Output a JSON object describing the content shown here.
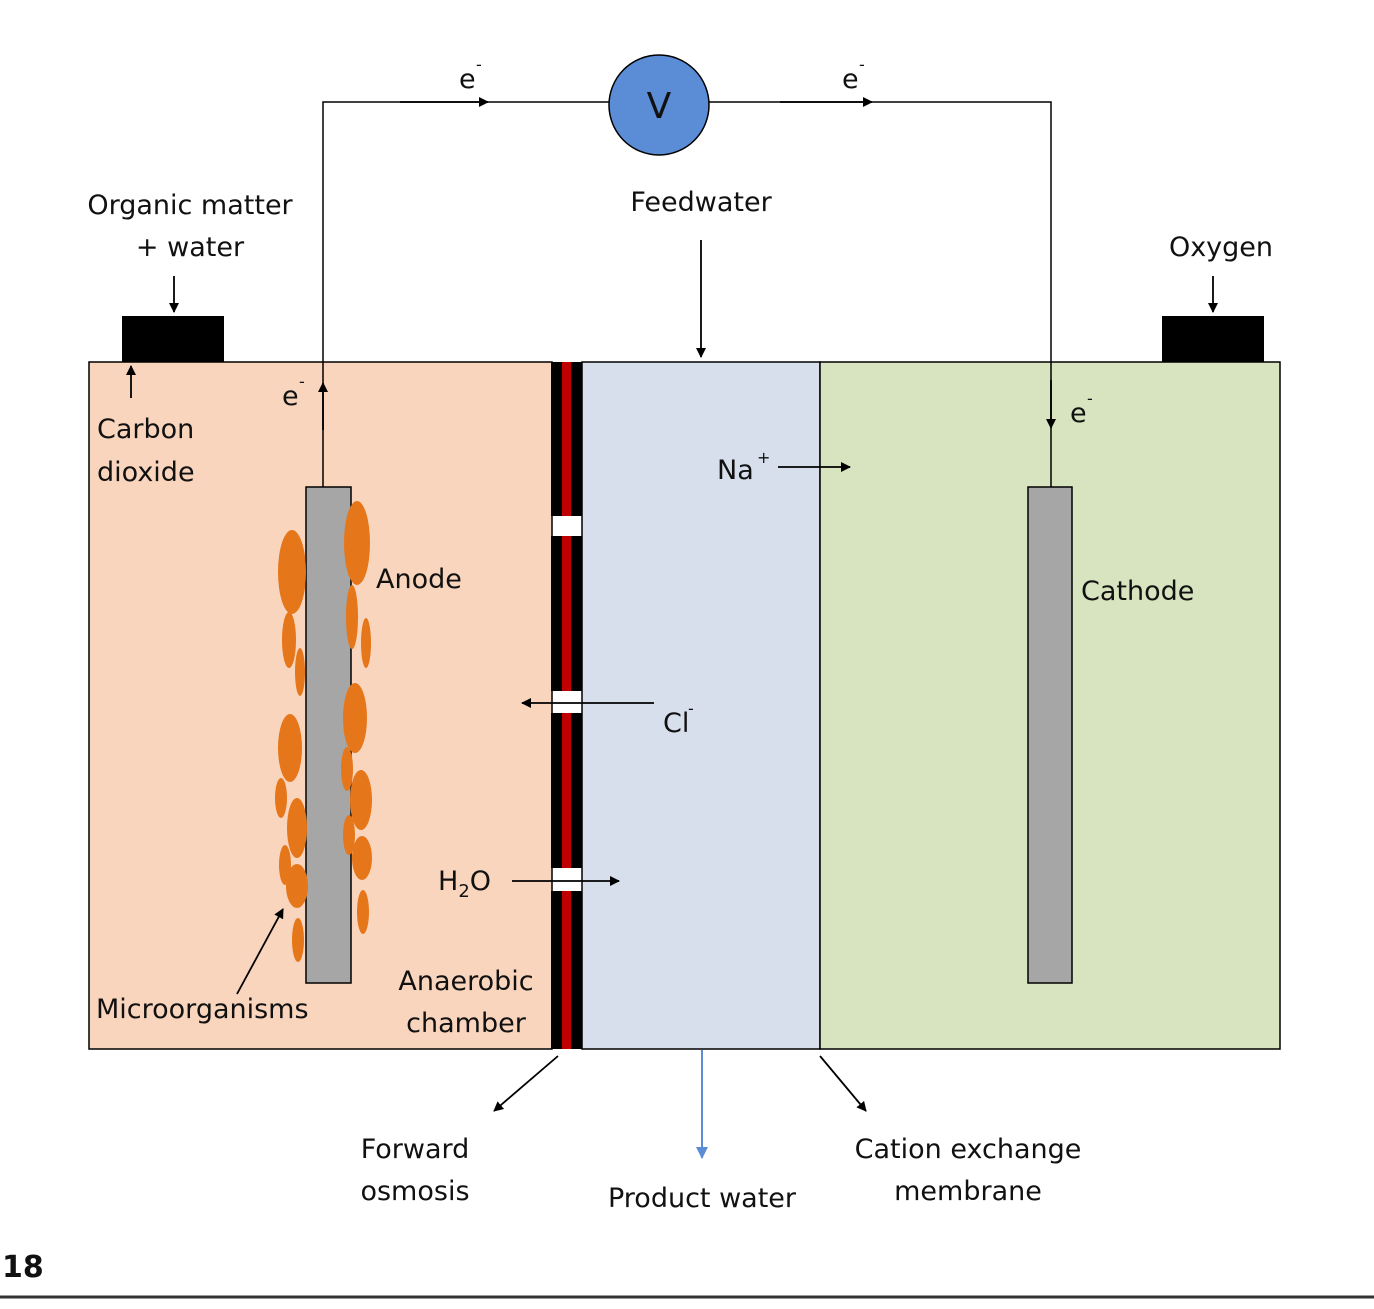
{
  "colors": {
    "anode_chamber": "#f9d5bd",
    "middle_chamber": "#d6dfeb",
    "cathode_chamber": "#d8e4bf",
    "electrode": "#a6a6a6",
    "microorganism": "#e5761a",
    "voltmeter": "#5b8dd6",
    "membrane_red": "#c00000",
    "product_arrow": "#5b8dd6"
  },
  "voltmeter": {
    "label": "V"
  },
  "circuit": {
    "electron_left": "e",
    "electron_right": "e",
    "electron_charge": "-"
  },
  "labels": {
    "feedwater": "Feedwater",
    "organic_matter_line1": "Organic matter",
    "organic_matter_line2": "+ water",
    "oxygen": "Oxygen",
    "carbon_dioxide_line1": "Carbon",
    "carbon_dioxide_line2": "dioxide",
    "anode_electron": "e",
    "cathode_electron": "e",
    "electron_charge": "-",
    "anode": "Anode",
    "cathode": "Cathode",
    "sodium": "Na",
    "sodium_charge": "+",
    "chloride": "Cl",
    "chloride_charge": "-",
    "water_h": "H",
    "water_sub": "2",
    "water_o": "O",
    "microorganisms": "Microorganisms",
    "anaerobic_line1": "Anaerobic",
    "anaerobic_line2": "chamber",
    "forward_osmosis_line1": "Forward",
    "forward_osmosis_line2": "osmosis",
    "product_water": "Product water",
    "cation_membrane_line1": "Cation exchange",
    "cation_membrane_line2": "membrane"
  },
  "page": {
    "number": "18"
  }
}
